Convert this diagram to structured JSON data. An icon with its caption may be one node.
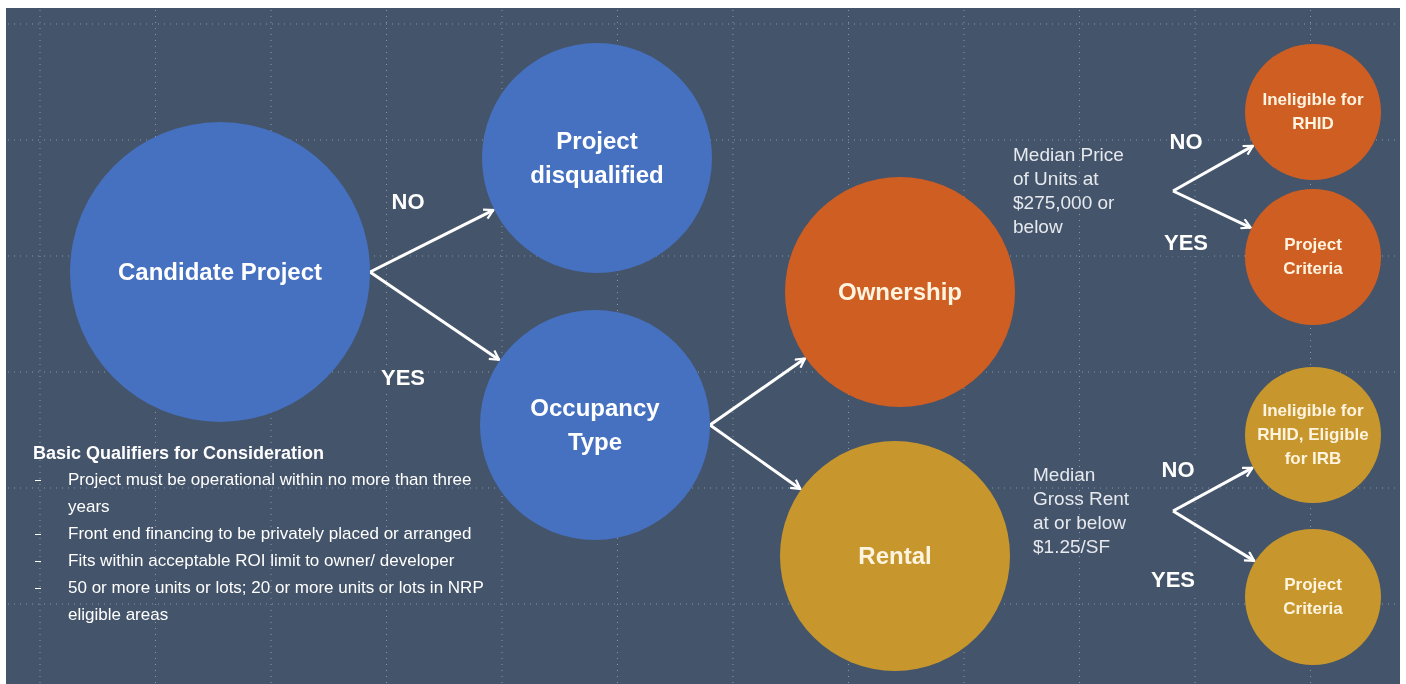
{
  "diagram": {
    "nodes": [
      {
        "text": [
          "Candidate Project"
        ]
      },
      {
        "text": [
          "Project disqualified"
        ]
      },
      {
        "text": [
          "Occupancy Type"
        ]
      },
      {
        "text": [
          "Ownership"
        ]
      },
      {
        "text": [
          "Rental"
        ]
      },
      {
        "text": [
          "Median Price of Units at $275,000 or below"
        ]
      },
      {
        "text": [
          "Ineligible for RHID"
        ]
      },
      {
        "text": [
          "Project Criteria"
        ]
      },
      {
        "text": [
          "Median Gross Rent at or below $1.25/SF"
        ]
      },
      {
        "text": [
          "Ineligible for RHID, Eligible for IRB"
        ]
      },
      {
        "text": [
          "Project Criteria"
        ]
      }
    ],
    "edges": [
      {
        "from": 0,
        "to": 1,
        "arrow": "to",
        "label": "NO"
      },
      {
        "from": 0,
        "to": 2,
        "arrow": "to",
        "label": "YES"
      },
      {
        "from": 2,
        "to": 3,
        "arrow": "to"
      },
      {
        "from": 2,
        "to": 4,
        "arrow": "to"
      },
      {
        "from": 5,
        "to": 6,
        "arrow": "to",
        "label": "NO"
      },
      {
        "from": 5,
        "to": 7,
        "arrow": "to",
        "label": "YES"
      },
      {
        "from": 8,
        "to": 9,
        "arrow": "to",
        "label": "NO"
      },
      {
        "from": 8,
        "to": 10,
        "arrow": "to",
        "label": "YES"
      }
    ],
    "labels": [
      "Basic Qualifiers for Consideration",
      "Project must be operational within no more than three years",
      "Front end financing to be privately placed or arranged",
      "Fits within acceptable ROI limit to owner/ developer",
      "50 or more units or lots; 20 or more units or lots in NRP eligible areas"
    ]
  }
}
